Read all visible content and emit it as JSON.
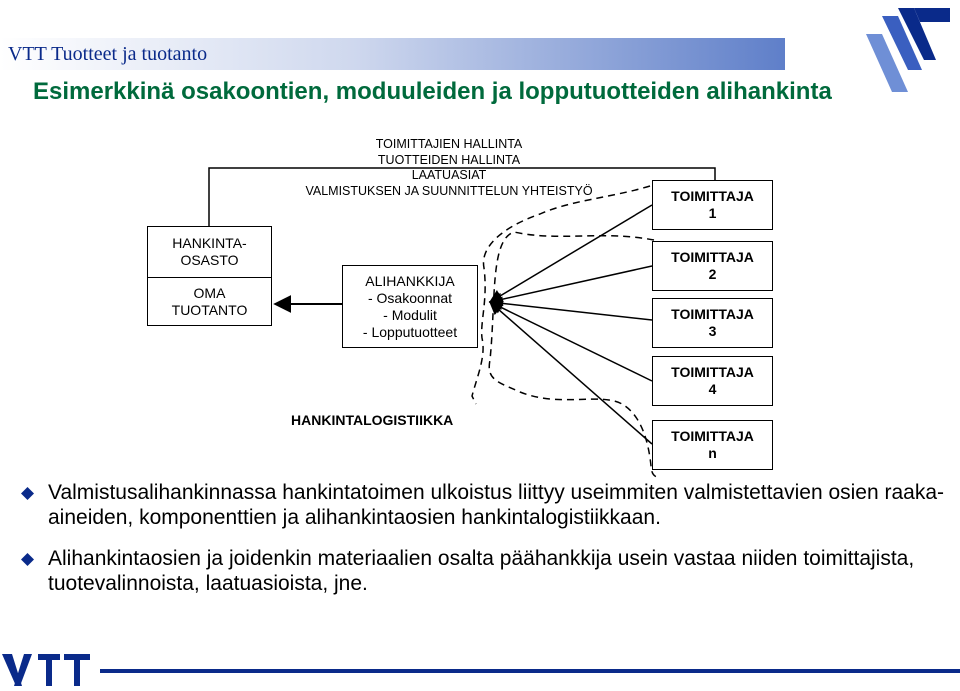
{
  "header": {
    "title": "VTT Tuotteet ja tuotanto"
  },
  "main_title": "Esimerkkinä osakoontien, moduuleiden ja lopputuotteiden alihankinta",
  "diagram": {
    "services": [
      "TOIMITTAJIEN HALLINTA",
      "TUOTTEIDEN HALLINTA",
      "LAATUASIAT",
      "VALMISTUKSEN JA SUUNNITTELUN YHTEISTYÖ"
    ],
    "hankinta": {
      "top": [
        "HANKINTA-",
        "OSASTO"
      ],
      "bottom": [
        "OMA",
        "TUOTANTO"
      ]
    },
    "alihankkija": [
      "ALIHANKKIJA",
      "- Osakoonnat",
      "- Modulit",
      "- Lopputuotteet"
    ],
    "logistics_label": "HANKINTALOGISTIIKKA",
    "suppliers": [
      {
        "name": "TOIMITTAJA",
        "num": "1"
      },
      {
        "name": "TOIMITTAJA",
        "num": "2"
      },
      {
        "name": "TOIMITTAJA",
        "num": "3"
      },
      {
        "name": "TOIMITTAJA",
        "num": "4"
      },
      {
        "name": "TOIMITTAJA",
        "num": "n"
      }
    ]
  },
  "bullets": [
    "Valmistusalihankinnassa hankintatoimen ulkoistus liittyy useimmiten valmistettavien osien raaka-aineiden, komponenttien ja alihankintaosien hankintalogistiikkaan.",
    "Alihankintaosien ja joidenkin materiaalien osalta päähankkija usein vastaa niiden toimittajista, tuotevalinnoista, laatuasioista, jne."
  ],
  "colors": {
    "title_green": "#006a3c",
    "brand_blue": "#0a2a8a"
  },
  "icons": {
    "logo": "vtt-logo",
    "bullet": "diamond-bullet-icon"
  }
}
